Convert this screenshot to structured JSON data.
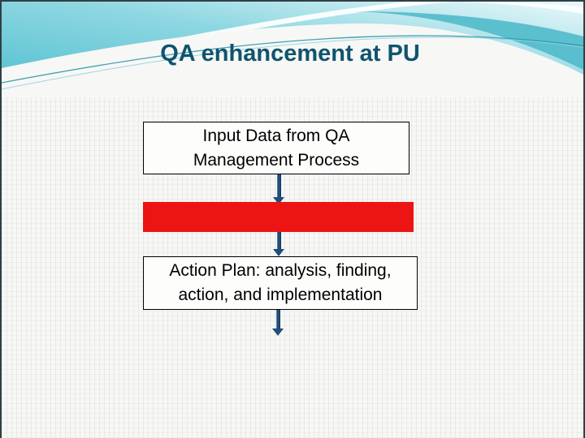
{
  "slide": {
    "title": "QA enhancement at PU",
    "diagram": {
      "input_box": {
        "lines": [
          "Input Data from QA",
          "Management Process"
        ]
      },
      "highlight_bar": {
        "fill": "#ed1414"
      },
      "action_box": {
        "lines": [
          "Action Plan: analysis, finding,",
          "action, and implementation"
        ]
      },
      "connector_icon": "down-arrow"
    },
    "colors": {
      "title_text": "#0f546e",
      "box_border": "#000000",
      "box_text": "#000000",
      "arrow": "#1f4e79",
      "header_teal": "#4fbecf",
      "header_teal_light": "#eaf8fa",
      "background": "#f7f7f5"
    }
  }
}
